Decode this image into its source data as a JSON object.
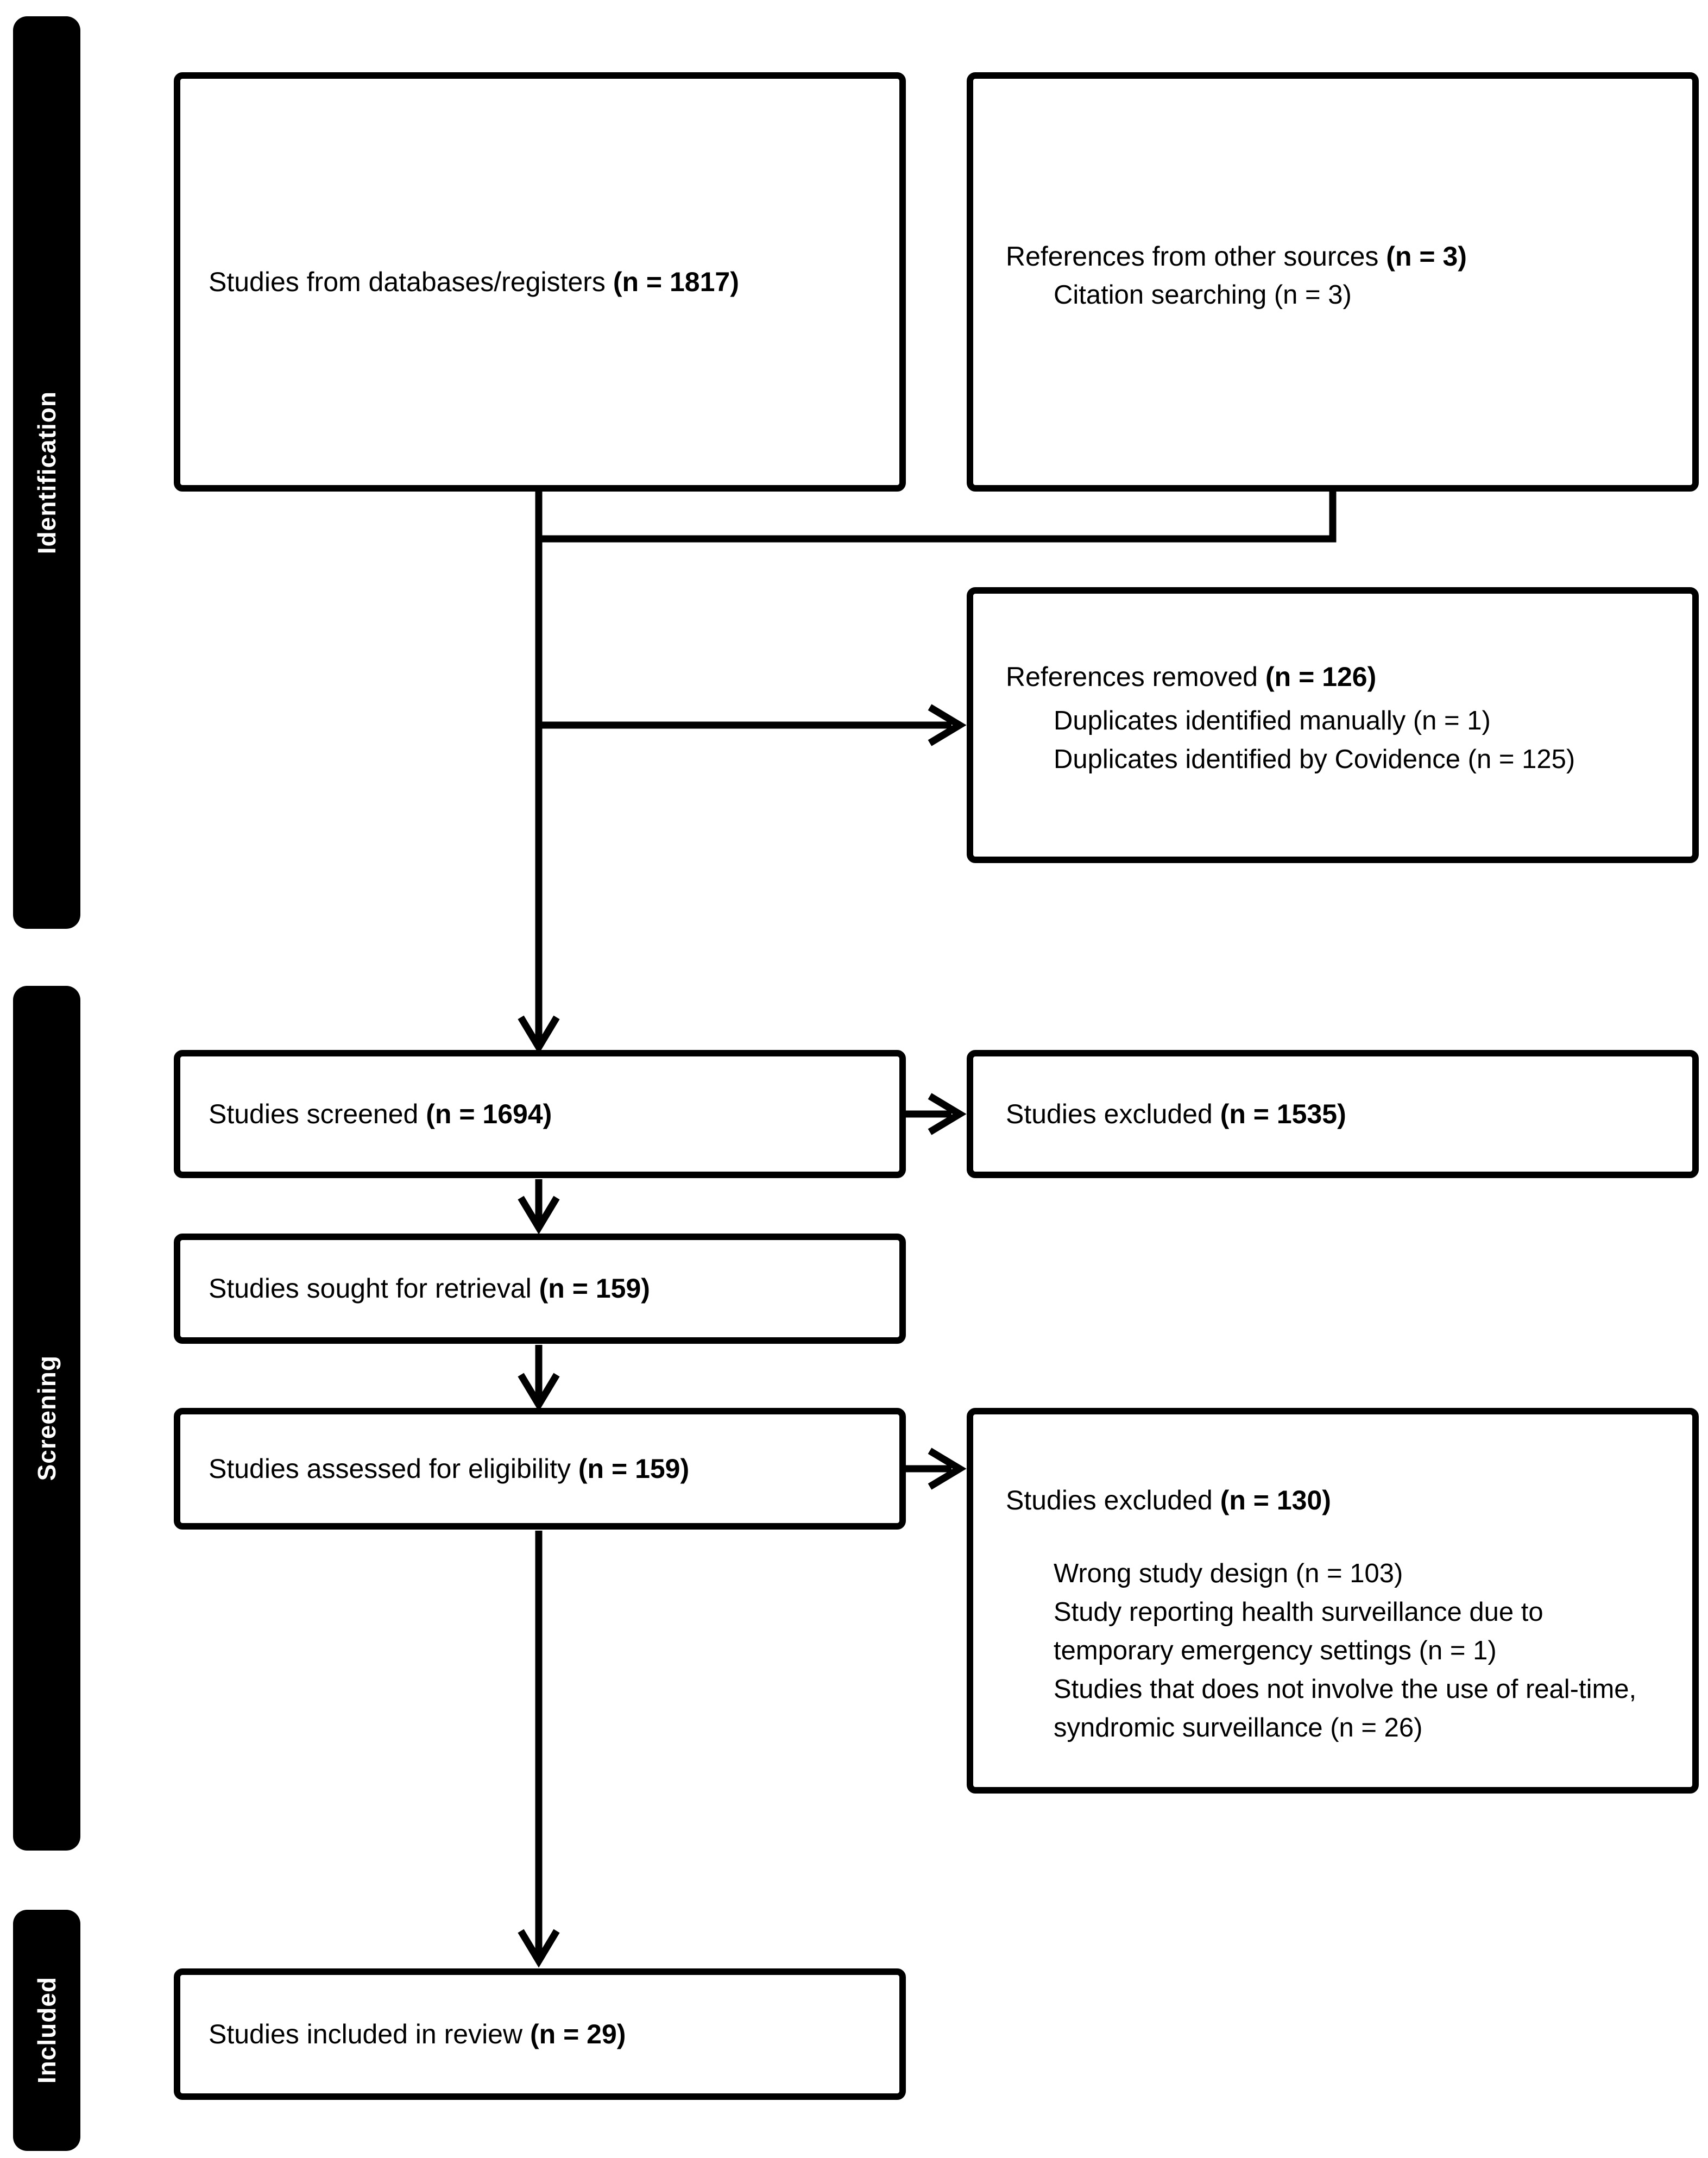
{
  "stages": {
    "identification": "Identification",
    "screening": "Screening",
    "included": "Included"
  },
  "boxes": {
    "databases": {
      "text": "Studies from databases/registers ",
      "count": "(n = 1817)"
    },
    "other_sources": {
      "text": "References from other sources ",
      "count": "(n = 3)",
      "items": [
        "Citation searching (n = 3)"
      ]
    },
    "references_removed": {
      "text": "References removed ",
      "count": "(n = 126)",
      "items": [
        "Duplicates identified manually (n = 1)",
        "Duplicates identified by Covidence (n = 125)"
      ]
    },
    "screened": {
      "text": "Studies screened ",
      "count": "(n = 1694)"
    },
    "excluded_screening": {
      "text": "Studies excluded ",
      "count": "(n = 1535)"
    },
    "sought": {
      "text": "Studies sought for retrieval ",
      "count": "(n = 159)"
    },
    "assessed": {
      "text": "Studies assessed for eligibility ",
      "count": "(n = 159)"
    },
    "excluded_eligibility": {
      "text": "Studies excluded ",
      "count": "(n = 130)",
      "items": [
        "Wrong study design (n = 103)",
        "Study reporting health surveillance due to temporary emergency settings (n = 1)",
        "Studies that does not involve the use of real-time, syndromic surveillance (n = 26)"
      ]
    },
    "included": {
      "text": "Studies included in review ",
      "count": "(n = 29)"
    }
  },
  "colors": {
    "bar_background": "#000000",
    "bar_text": "#ffffff",
    "box_border": "#000000",
    "box_background": "#ffffff",
    "line": "#000000",
    "page_background": "#ffffff"
  }
}
